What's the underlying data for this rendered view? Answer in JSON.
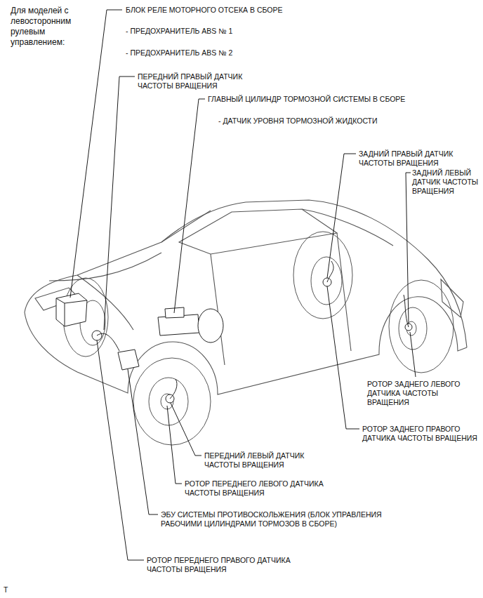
{
  "diagram": {
    "labels": [
      "Для моделей с левосторонним рулевым управлением:",
      "БЛОК РЕЛЕ МОТОРНОГО ОТСЕКА В СБОРЕ",
      "- ПРЕДОХРАНИТЕЛЬ ABS № 1",
      "- ПРЕДОХРАНИТЕЛЬ ABS № 2",
      "ПЕРЕДНИЙ ПРАВЫЙ ДАТЧИК ЧАСТОТЫ ВРАЩЕНИЯ",
      "ГЛАВНЫЙ ЦИЛИНДР ТОРМОЗНОЙ СИСТЕМЫ В СБОРЕ",
      "- ДАТЧИК УРОВНЯ ТОРМОЗНОЙ ЖИДКОСТИ",
      "ЗАДНИЙ ПРАВЫЙ ДАТЧИК ЧАСТОТЫ ВРАЩЕНИЯ",
      "ЗАДНИЙ ЛЕВЫЙ ДАТЧИК ЧАСТОТЫ ВРАЩЕНИЯ",
      "РОТОР ЗАДНЕГО ЛЕВОГО ДАТЧИКА ЧАСТОТЫ ВРАЩЕНИЯ",
      "РОТОР ЗАДНЕГО ПРАВОГО ДАТЧИКА ЧАСТОТЫ ВРАЩЕНИЯ",
      "ПЕРЕДНИЙ ЛЕВЫЙ ДАТЧИК ЧАСТОТЫ ВРАЩЕНИЯ",
      "РОТОР ПЕРЕДНЕГО ЛЕВОГО ДАТЧИКА ЧАСТОТЫ ВРАЩЕНИЯ",
      "ЭБУ СИСТЕМЫ ПРОТИВОСКОЛЬЖЕНИЯ (БЛОК УПРАВЛЕНИЯ РАБОЧИМИ ЦИЛИНДРАМИ ТОРМОЗОВ В СБОРЕ)",
      "РОТОР ПЕРЕДНЕГО ПРАВОГО ДАТЧИКА ЧАСТОТЫ ВРАЩЕНИЯ",
      "T"
    ]
  }
}
